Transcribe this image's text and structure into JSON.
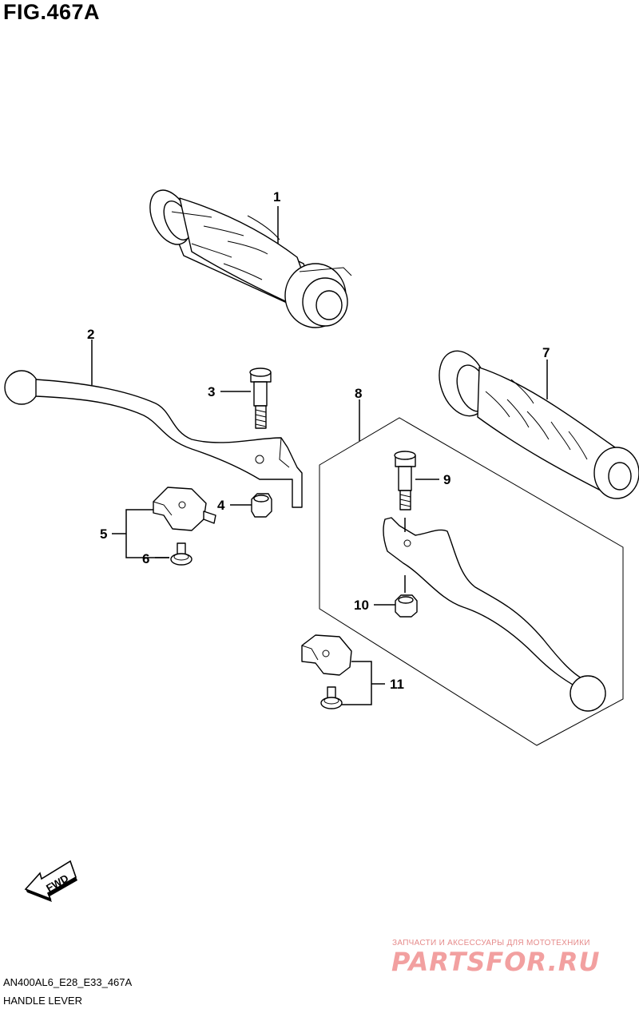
{
  "figure": {
    "title": "FIG.467A"
  },
  "footer": {
    "model_code": "AN400AL6_E28_E33_467A",
    "name": "HANDLE LEVER"
  },
  "fwd_arrow": {
    "label": "FWD"
  },
  "watermark": {
    "subtitle": "ЗАПЧАСТИ И АКСЕССУАРЫ ДЛЯ МОТОТЕХНИКИ",
    "brand": "PARTSFOR.RU"
  },
  "callouts": [
    "1",
    "2",
    "3",
    "4",
    "5",
    "6",
    "7",
    "8",
    "9",
    "10",
    "11"
  ]
}
